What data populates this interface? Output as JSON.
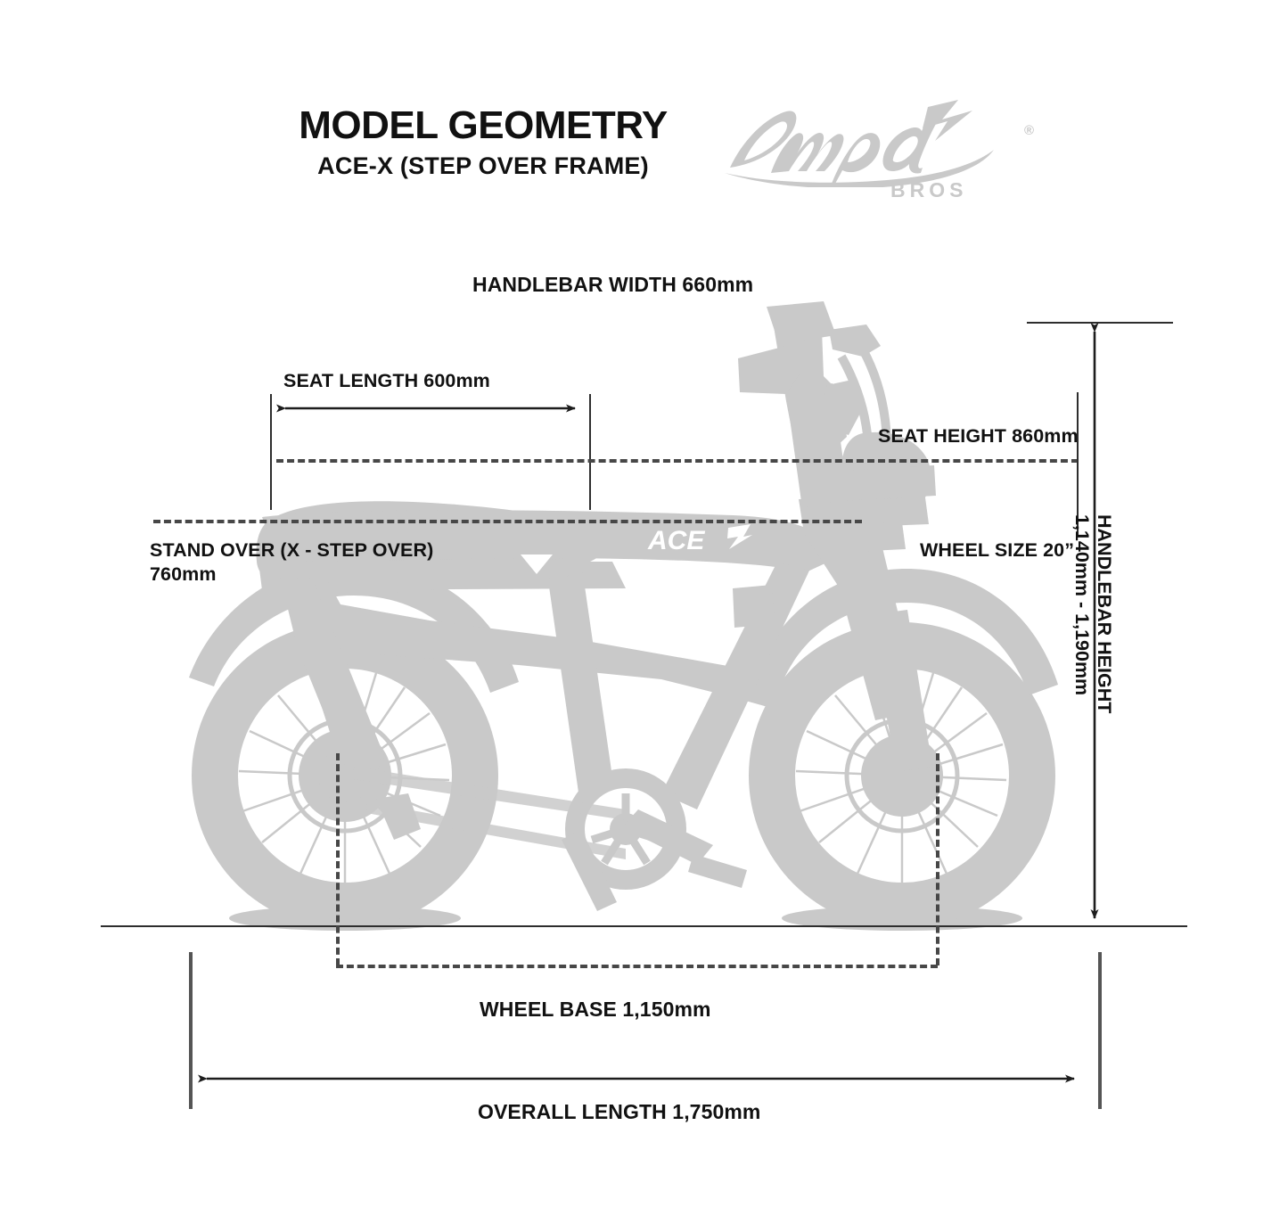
{
  "header": {
    "title_main": "MODEL GEOMETRY",
    "title_sub": "ACE-X (STEP OVER FRAME)",
    "brand_name": "Ampd",
    "brand_sub": "BROS",
    "brand_trademark": "®"
  },
  "labels": {
    "handlebar_width": "HANDLEBAR WIDTH 660mm",
    "seat_length": "SEAT LENGTH 600mm",
    "seat_height": "SEAT HEIGHT 860mm",
    "stand_over_line1": "STAND OVER (X - STEP OVER)",
    "stand_over_line2": "760mm",
    "wheel_size": "WHEEL SIZE 20”",
    "handlebar_height_line1": "HANDLEBAR HEIGHT",
    "handlebar_height_line2": "1,140mm - 1,190mm",
    "wheel_base": "WHEEL BASE 1,150mm",
    "overall_length": "OVERALL LENGTH 1,750mm"
  },
  "bike": {
    "frame_badge": "ACE"
  },
  "measurements": {
    "handlebar_width": "660mm",
    "seat_length": "600mm",
    "seat_height": "860mm",
    "stand_over": "760mm",
    "wheel_size": "20”",
    "handlebar_height_min": "1,140mm",
    "handlebar_height_max": "1,190mm",
    "wheel_base": "1,150mm",
    "overall_length": "1,750mm"
  },
  "colors": {
    "ink": "#111111",
    "line": "#2e2e2e",
    "dash": "#474747",
    "silhouette": "#c9c9c9",
    "background": "#ffffff"
  }
}
